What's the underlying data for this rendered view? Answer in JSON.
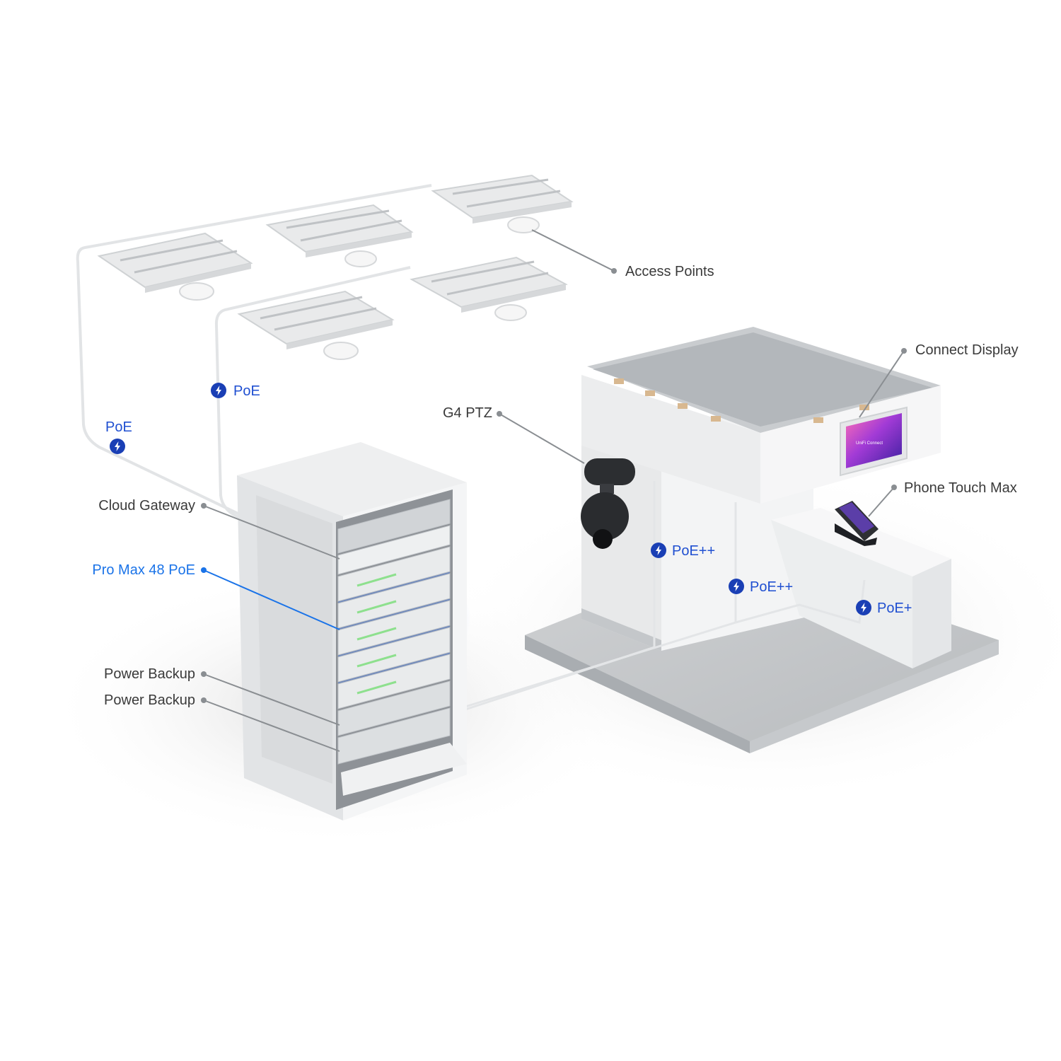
{
  "labels": {
    "access_points": "Access Points",
    "connect_display": "Connect Display",
    "g4_ptz": "G4 PTZ",
    "phone_touch_max": "Phone Touch Max",
    "cloud_gateway": "Cloud Gateway",
    "pro_max_48_poe": "Pro Max 48 PoE",
    "power_backup_1": "Power Backup",
    "power_backup_2": "Power Backup"
  },
  "poe_tags": {
    "ap_left": "PoE",
    "ap_mid": "PoE",
    "camera": "PoE++",
    "display": "PoE++",
    "phone": "PoE+"
  },
  "screen_brand": "UniFi Connect",
  "colors": {
    "accent_blue": "#1a73e8",
    "poe_blue": "#1a3fb5",
    "label_gray": "#3a3a3a",
    "rack_glow": "#2f6bff"
  }
}
